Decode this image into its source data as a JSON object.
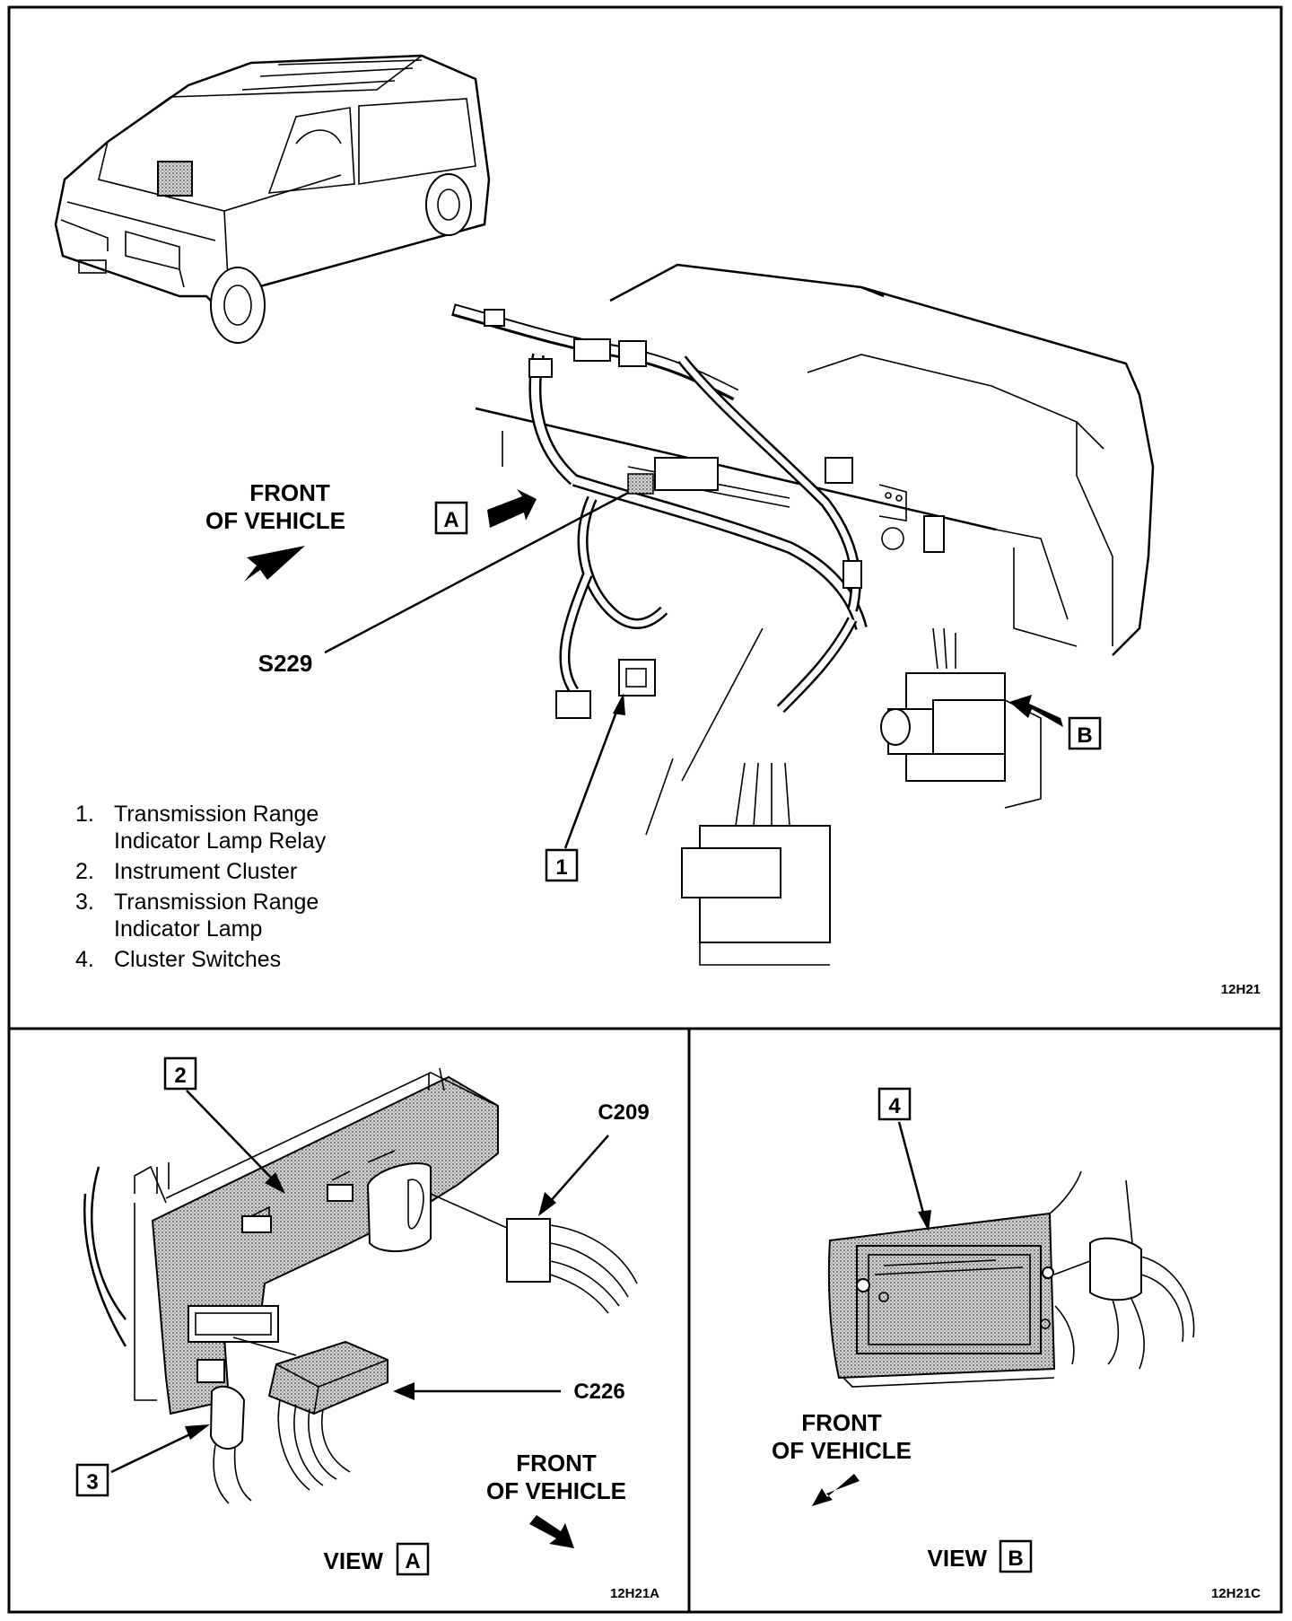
{
  "main_view": {
    "front_of_vehicle": [
      "FRONT",
      "OF VEHICLE"
    ],
    "callout_a": "A",
    "callout_b": "B",
    "callout_1": "1",
    "splice_label": "S229",
    "legend": [
      {
        "num": "1.",
        "lines": [
          "Transmission Range",
          "Indicator Lamp Relay"
        ]
      },
      {
        "num": "2.",
        "lines": [
          "Instrument Cluster"
        ]
      },
      {
        "num": "3.",
        "lines": [
          "Transmission Range",
          "Indicator Lamp"
        ]
      },
      {
        "num": "4.",
        "lines": [
          "Cluster Switches"
        ]
      }
    ],
    "figure_code": "12H21"
  },
  "view_a": {
    "callout_2": "2",
    "callout_3": "3",
    "connector_top": "C209",
    "connector_bottom": "C226",
    "front_of_vehicle": [
      "FRONT",
      "OF VEHICLE"
    ],
    "view_word": "VIEW",
    "view_letter": "A",
    "figure_code": "12H21A"
  },
  "view_b": {
    "callout_4": "4",
    "front_of_vehicle": [
      "FRONT",
      "OF VEHICLE"
    ],
    "view_word": "VIEW",
    "view_letter": "B",
    "figure_code": "12H21C"
  }
}
